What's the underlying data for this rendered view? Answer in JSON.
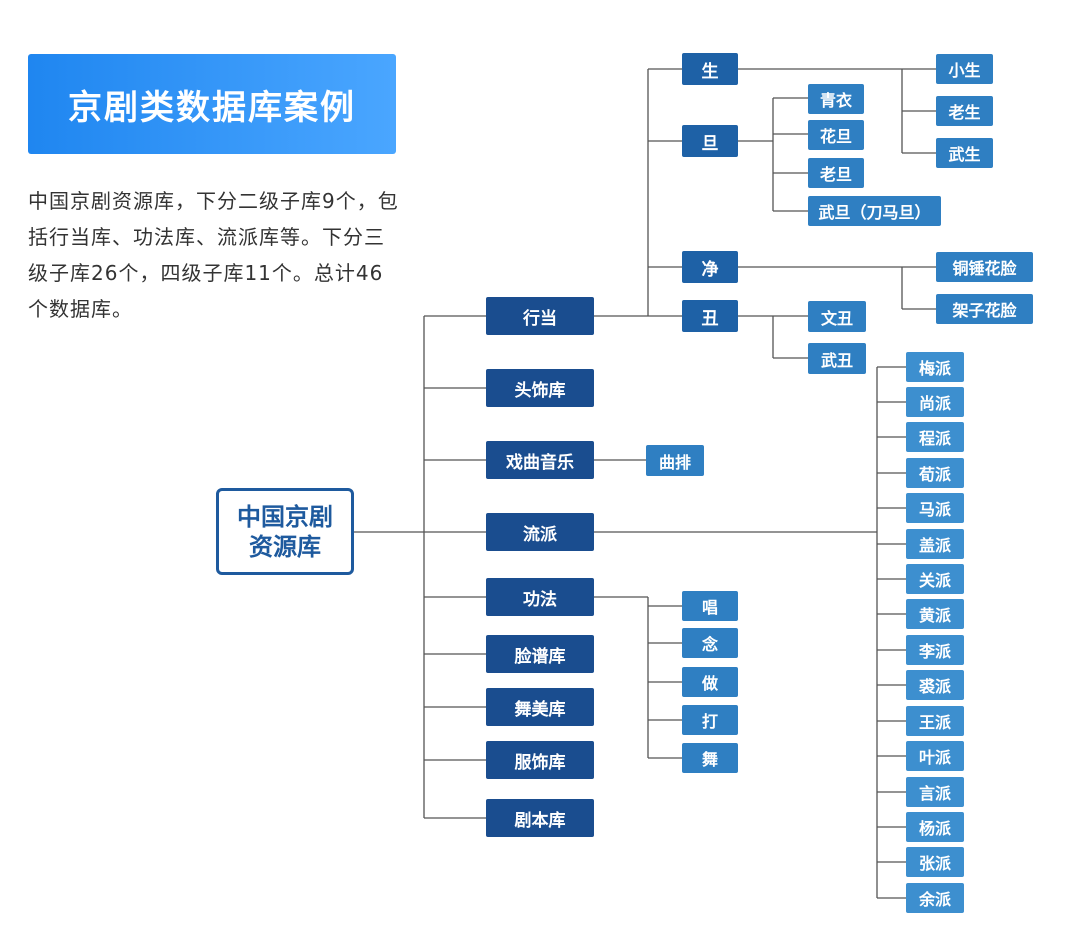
{
  "title": "京剧类数据库案例",
  "description": "中国京剧资源库，下分二级子库9个，包括行当库、功法库、流派库等。下分三级子库26个，四级子库11个。总计46个数据库。",
  "root": {
    "line1": "中国京剧",
    "line2": "资源库"
  },
  "level2": [
    "行当",
    "头饰库",
    "戏曲音乐",
    "流派",
    "功法",
    "脸谱库",
    "舞美库",
    "服饰库",
    "剧本库"
  ],
  "hangdang": [
    "生",
    "旦",
    "净",
    "丑"
  ],
  "sheng_children": [
    "小生",
    "老生",
    "武生"
  ],
  "dan_children": [
    "青衣",
    "花旦",
    "老旦",
    "武旦（刀马旦）"
  ],
  "jing_children": [
    "铜锤花脸",
    "架子花脸"
  ],
  "chou_children": [
    "文丑",
    "武丑"
  ],
  "music_children": [
    "曲排"
  ],
  "gongfa_children": [
    "唱",
    "念",
    "做",
    "打",
    "舞"
  ],
  "liupai_children": [
    "梅派",
    "尚派",
    "程派",
    "荀派",
    "马派",
    "盖派",
    "关派",
    "黄派",
    "李派",
    "裘派",
    "王派",
    "叶派",
    "言派",
    "杨派",
    "张派",
    "余派"
  ],
  "colors": {
    "banner": "#2a8ff5",
    "level1": "#1a4d8f",
    "level2": "#1e61a6",
    "level3": "#2f7fc2",
    "root_border": "#1e5a9e",
    "line": "#555555"
  }
}
